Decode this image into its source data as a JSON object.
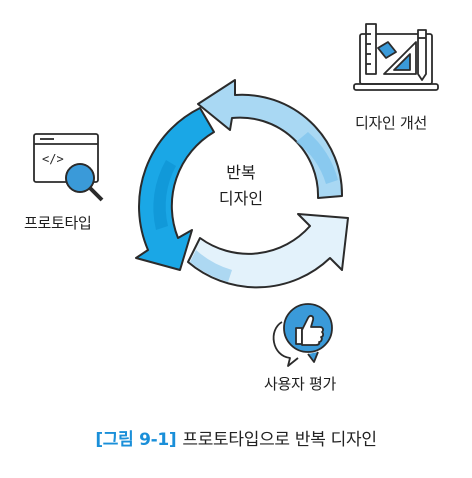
{
  "center": {
    "line1": "반복",
    "line2": "디자인"
  },
  "steps": {
    "design_improve": "디자인 개선",
    "prototype": "프로토타입",
    "user_eval": "사용자 평가"
  },
  "caption": {
    "figure_no": "[그림 9-1]",
    "title": "프로토타입으로 반복 디자인"
  },
  "icons": {
    "design_improve": "design-tools-monitor-icon",
    "prototype": "code-window-magnifier-icon",
    "user_eval": "thumbs-up-chat-icon"
  },
  "colors": {
    "arrow_top": "#a9d8f3",
    "arrow_left": "#1aa7e6",
    "arrow_bottom": "#e3f2fb",
    "arrow_outline": "#2b2b2b",
    "icon_accent": "#3a9ad9",
    "caption_accent": "#1a8fd9"
  }
}
